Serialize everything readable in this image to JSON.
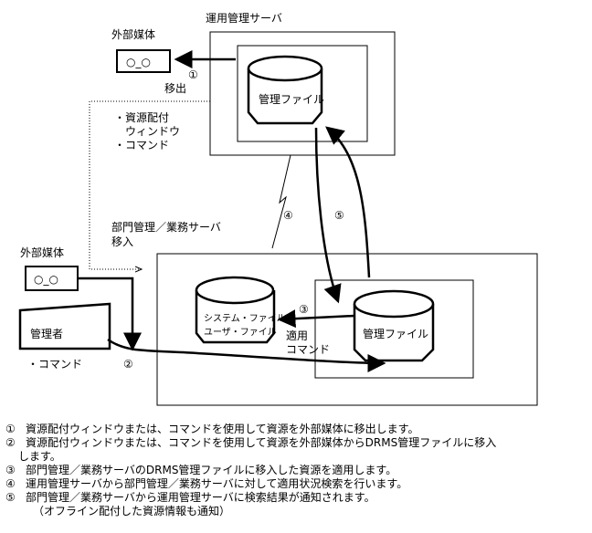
{
  "mgmt_server": {
    "label": "運用管理サーバ",
    "file": "管理ファイル"
  },
  "ext_media_top": {
    "label": "外部媒体",
    "glyph": "○_○"
  },
  "export": {
    "num": "①",
    "label": "移出"
  },
  "tools": [
    "・資源配付",
    "ウィンドウ",
    "・コマンド"
  ],
  "arrows": {
    "n4": "④",
    "n5": "⑤",
    "n3": "③",
    "n2": "②"
  },
  "dept_server": {
    "label": "部門管理／業務サーバ",
    "import": "移入",
    "file": "管理ファイル",
    "sys_file_1": "システム・ファイル",
    "sys_file_2": "ユーザ・ファイル",
    "apply_1": "適用",
    "apply_2": "コマンド"
  },
  "ext_media_left": {
    "label": "外部媒体",
    "glyph": "○_○"
  },
  "admin": {
    "label": "管理者",
    "cmd": "・コマンド"
  },
  "notes": [
    {
      "num": "①",
      "text": "資源配付ウィンドウまたは、コマンドを使用して資源を外部媒体に移出します。"
    },
    {
      "num": "②",
      "text": "資源配付ウィンドウまたは、コマンドを使用して資源を外部媒体からDRMS管理ファイルに移入",
      "cont": "します。"
    },
    {
      "num": "③",
      "text": "部門管理／業務サーバのDRMS管理ファイルに移入した資源を適用します。"
    },
    {
      "num": "④",
      "text": "運用管理サーバから部門管理／業務サーバに対して適用状況検索を行います。"
    },
    {
      "num": "⑤",
      "text": "部門管理／業務サーバから運用管理サーバに検索結果が通知されます。",
      "cont": "（オフライン配付した資源情報も通知）"
    }
  ]
}
